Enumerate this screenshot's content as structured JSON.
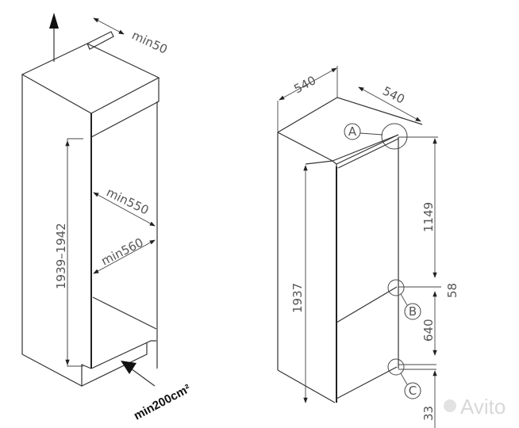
{
  "niche": {
    "min_depth_gap": "min50",
    "height": "1939–1942",
    "min_depth": "min550",
    "min_width": "min560",
    "ventilation": "min200cm²"
  },
  "appliance": {
    "width": "540",
    "depth": "540",
    "height": "1937",
    "upper_door": "1149",
    "gap": "58",
    "lower_door": "640",
    "bottom": "33",
    "detail_a": "A",
    "detail_b": "B",
    "detail_c": "C"
  },
  "watermark": "Avito"
}
